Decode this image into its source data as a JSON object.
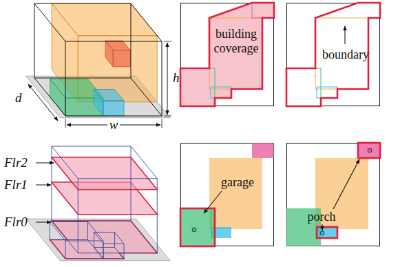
{
  "diagram": {
    "nodes": [
      {
        "text": [
          "building coverage"
        ]
      },
      {
        "text": [
          "boundary"
        ]
      },
      {
        "text": [
          "garage"
        ]
      },
      {
        "text": [
          "porch"
        ]
      }
    ],
    "labels": [
      "d",
      "w",
      "h",
      "Flr2",
      "Flr1",
      "Flr0"
    ]
  }
}
